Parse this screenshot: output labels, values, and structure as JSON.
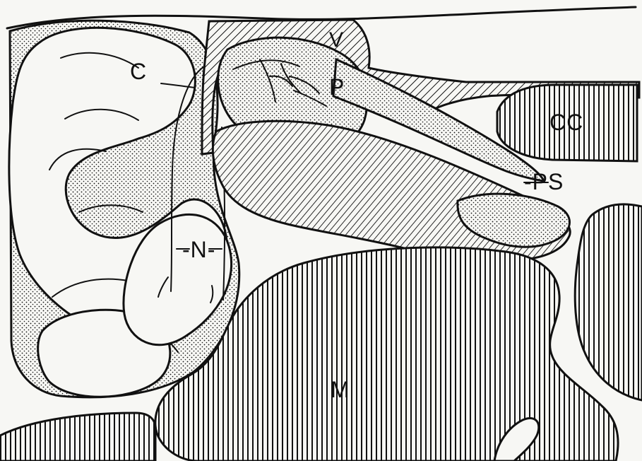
{
  "labels": {
    "c": "C",
    "v": "V",
    "p": "P",
    "cc": "CC",
    "ps": "-PS",
    "n": "-N-",
    "m": "M"
  }
}
